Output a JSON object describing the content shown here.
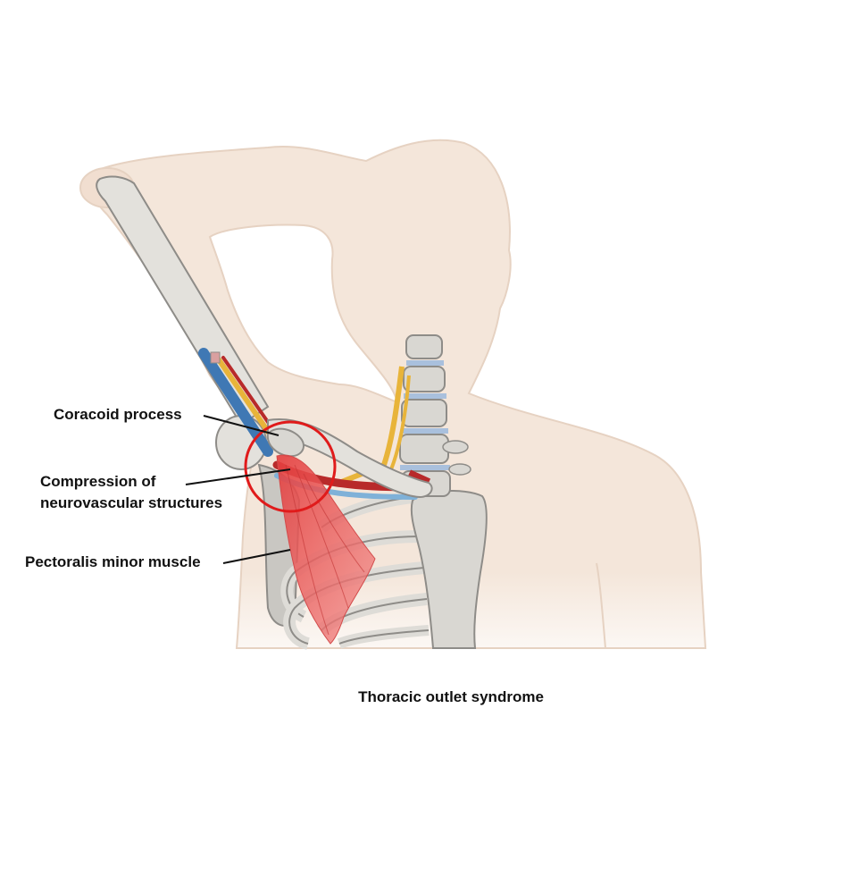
{
  "labels": {
    "coracoid": "Coracoid process",
    "compression_line1": "Compression of",
    "compression_line2": "neurovascular structures",
    "pectoralis": "Pectoralis minor muscle"
  },
  "caption": "Thoracic outlet syndrome",
  "colors": {
    "skin": "#f4e6da",
    "skin_outline": "#e6d2c2",
    "bone": "#d9d7d2",
    "bone_outline": "#8e8c88",
    "artery": "#b82a2a",
    "vein": "#3f78b4",
    "nerve": "#e8b43a",
    "muscle": "#e8686a",
    "highlight_circle": "#e01b1b",
    "disc": "#a9c0dd"
  }
}
